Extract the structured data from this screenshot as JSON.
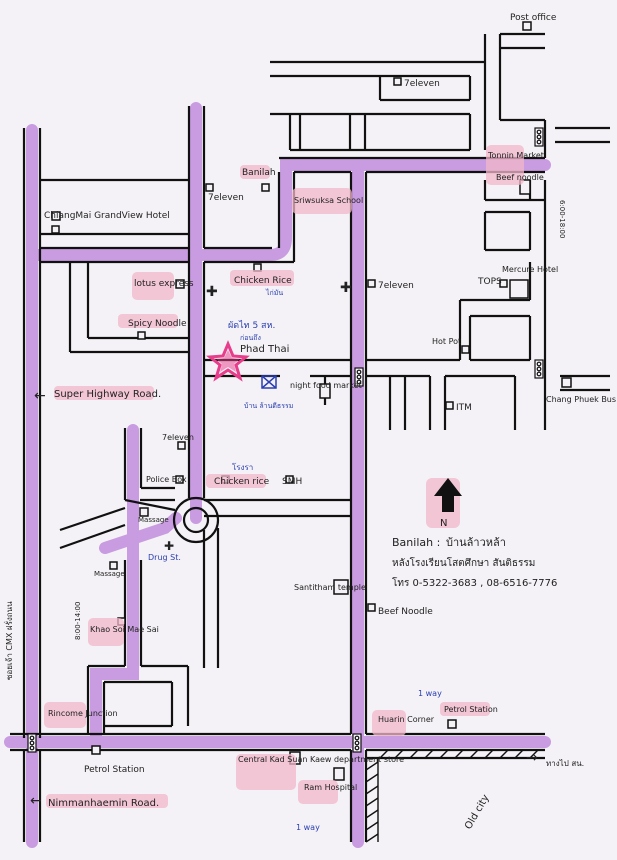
{
  "labels": {
    "post_office": "Post office",
    "seven_eleven_top": "7eleven",
    "tonnin_market": "Tonnin Market",
    "beef_noodle_top": "Beef noodle",
    "chiangmai_grandview": "ChiangMai GrandView Hotel",
    "banilah_top": "Banilah",
    "seven_eleven_mid": "7eleven",
    "sriwsuksa": "Sriwsuksa School",
    "mercure": "Mercure Hotel",
    "tops": "TOPS",
    "lotus_express": "lotus express",
    "chicken_rice_top": "Chicken Rice",
    "chicken_rice_top_thai": "ไก่มัน",
    "seven_eleven_right": "7eleven",
    "spicy_noodle": "Spicy Noodle",
    "padthai_thai": "ผัดไท 5 สห.",
    "padthai_thai2": "ก่อนถึง",
    "phad_thai": "Phad Thai",
    "hot_pot": "Hot Pot",
    "super_highway": "Super Highway Road.",
    "night_food_market": "night food market",
    "banilah_thai_small": "บ้าน ล้านดีธรรม",
    "itm": "ITM",
    "chang_phuek": "Chang Phuek Bus station",
    "seven_eleven_lower": "7eleven",
    "hospital_thai": "โรงรา",
    "police_box": "Police Box",
    "chicken_rice_lower": "Chicken rice",
    "smh": "SMH",
    "massage": "Massage",
    "massage2": "Massage",
    "drug_st": "Drug St.",
    "banilah_info_name": "Banilah :",
    "banilah_info_thai1": "บ้านล้าวหล้า",
    "banilah_info_thai2": "หลังโรงเรียนโสตศึกษา สันติธรรม",
    "banilah_info_phone": "โทร 0-5322-3683 , 08-6516-7776",
    "north": "N",
    "left_vertical": "ซอยเจ้า CMX ฝรั่งถนน",
    "hours": "8:00-14:00",
    "hours_top": "6:00-18:00",
    "santitham_temple": "Santitham temple",
    "khao_soi": "Khao Soi Mae Sai",
    "beef_noodle_lower": "Beef Noodle",
    "rincome": "Rincome Junction",
    "one_way_top": "1 way",
    "petrol_station_right": "Petrol Station",
    "huarin_corner": "Huarin Corner",
    "chiang_mai_arrow": "ทางไป สน.",
    "petrol_station_left": "Petrol Station",
    "central_kad_suan_kaew": "Central Kad Suan Kaew department store",
    "ram_hospital": "Ram Hospital",
    "nimmanhaemin": "Nimmanhaemin Road.",
    "one_way_bottom": "1 way",
    "old_city": "Old city"
  },
  "colors": {
    "road_highlight": "#c99be0",
    "road_line": "#111111",
    "marker_pink": "#e83d8b",
    "paper": "#f4f2f6"
  }
}
